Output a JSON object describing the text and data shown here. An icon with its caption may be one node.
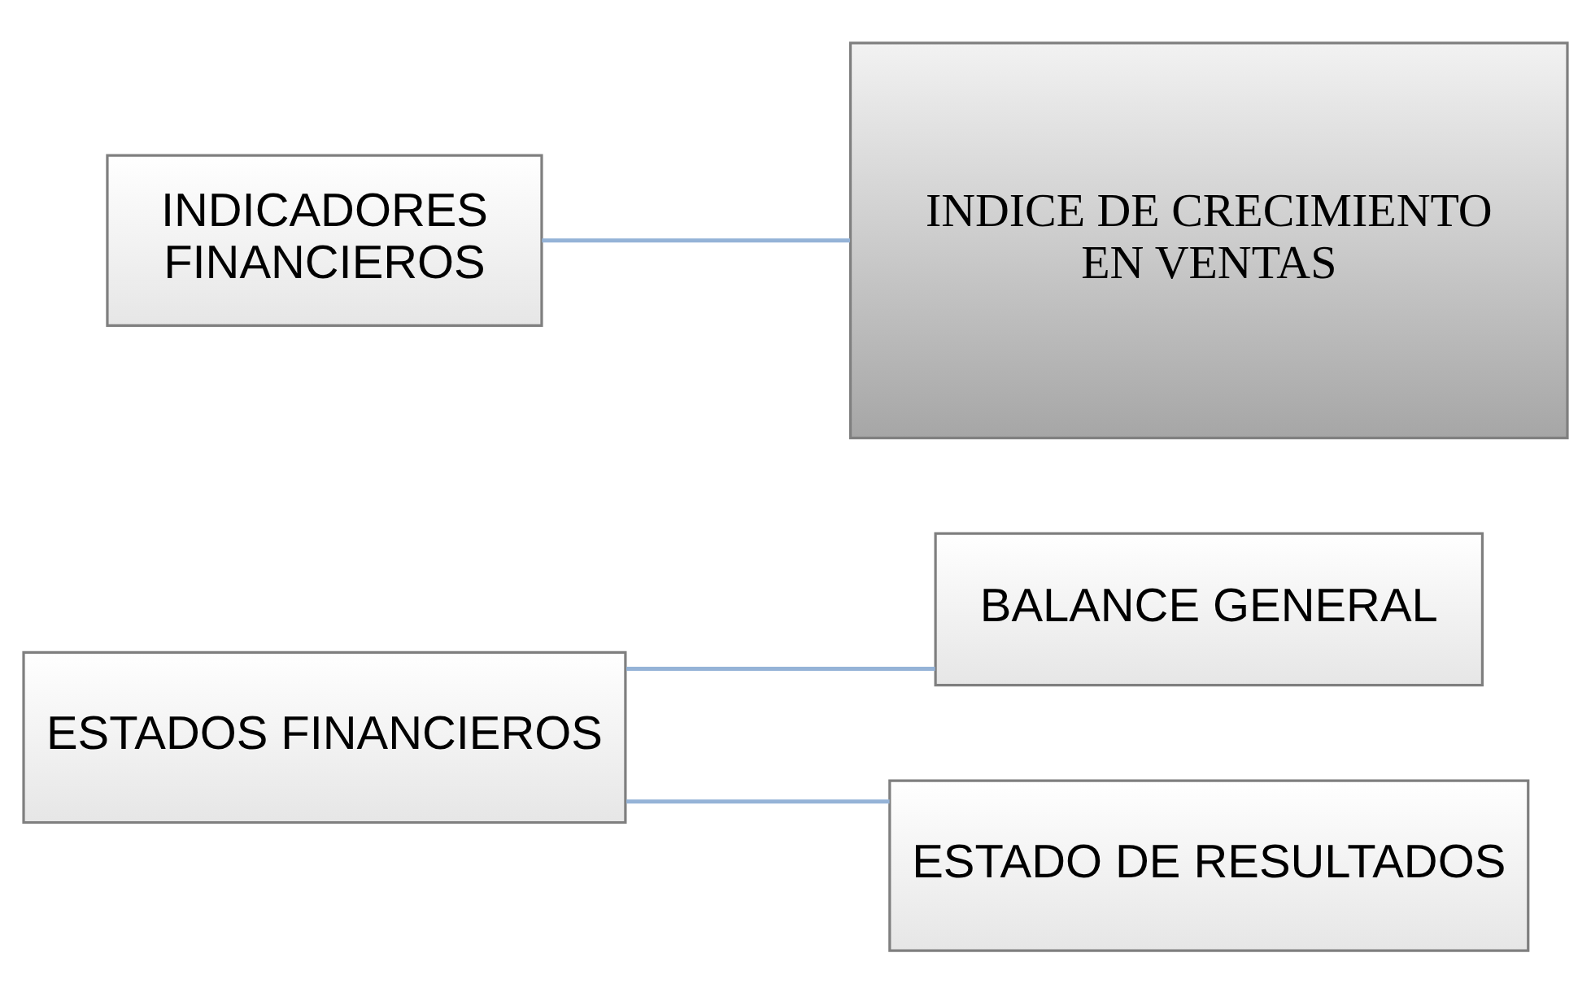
{
  "diagram": {
    "nodes": [
      {
        "text": [
          "ESTADOS FINANCIEROS"
        ]
      },
      {
        "text": [
          "BALANCE GENERAL"
        ]
      },
      {
        "text": [
          "ESTADO DE RESULTADOS"
        ]
      },
      {
        "text": [
          "INDICADORES FINANCIEROS"
        ]
      },
      {
        "text": [
          "INDICE DE CRECIMIENTO EN VENTAS"
        ]
      }
    ],
    "edges": [
      {
        "from": 0,
        "to": 1,
        "arrow": "none"
      },
      {
        "from": 0,
        "to": 2,
        "arrow": "none"
      },
      {
        "from": 3,
        "to": 4,
        "arrow": "none"
      }
    ]
  }
}
